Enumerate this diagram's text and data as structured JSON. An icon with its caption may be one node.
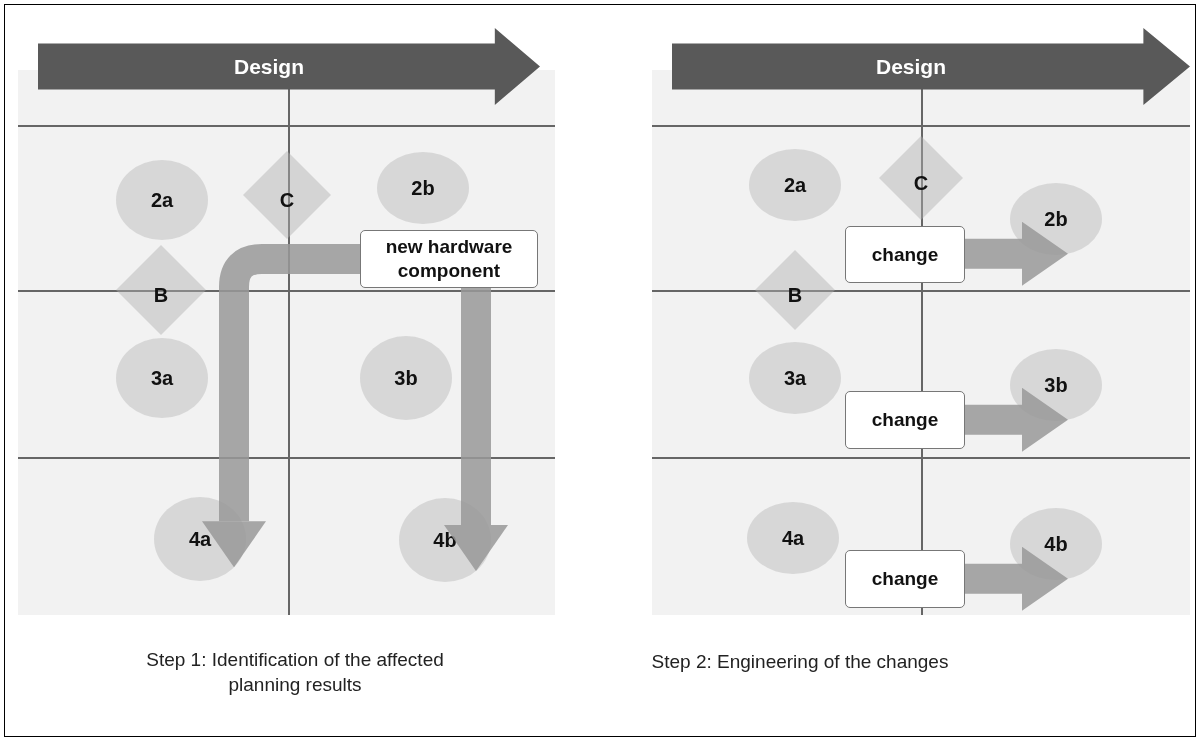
{
  "diagram": {
    "nodes": [
      {
        "text": [
          "Design"
        ]
      },
      {
        "text": [
          "2a"
        ]
      },
      {
        "text": [
          "C"
        ]
      },
      {
        "text": [
          "2b"
        ]
      },
      {
        "text": [
          "B"
        ]
      },
      {
        "text": [
          "new hardware component"
        ]
      },
      {
        "text": [
          "3a"
        ]
      },
      {
        "text": [
          "3b"
        ]
      },
      {
        "text": [
          "4a"
        ]
      },
      {
        "text": [
          "4b"
        ]
      },
      {
        "text": [
          "Design"
        ]
      },
      {
        "text": [
          "2a"
        ]
      },
      {
        "text": [
          "C"
        ]
      },
      {
        "text": [
          "2b"
        ]
      },
      {
        "text": [
          "change"
        ]
      },
      {
        "text": [
          "B"
        ]
      },
      {
        "text": [
          "3a"
        ]
      },
      {
        "text": [
          "3b"
        ]
      },
      {
        "text": [
          "change"
        ]
      },
      {
        "text": [
          "4a"
        ]
      },
      {
        "text": [
          "change"
        ]
      },
      {
        "text": [
          "4b"
        ]
      }
    ],
    "edges": [
      {
        "from": 5,
        "to": 8,
        "arrow": "to"
      },
      {
        "from": 5,
        "to": 9,
        "arrow": "to"
      },
      {
        "from": 14,
        "to": 13,
        "arrow": "to"
      },
      {
        "from": 18,
        "to": 17,
        "arrow": "to"
      },
      {
        "from": 20,
        "to": 21,
        "arrow": "to"
      }
    ],
    "labels": [
      "Step 1: Identification of the affected planning results",
      "Step 2: Engineering of the changes"
    ]
  }
}
